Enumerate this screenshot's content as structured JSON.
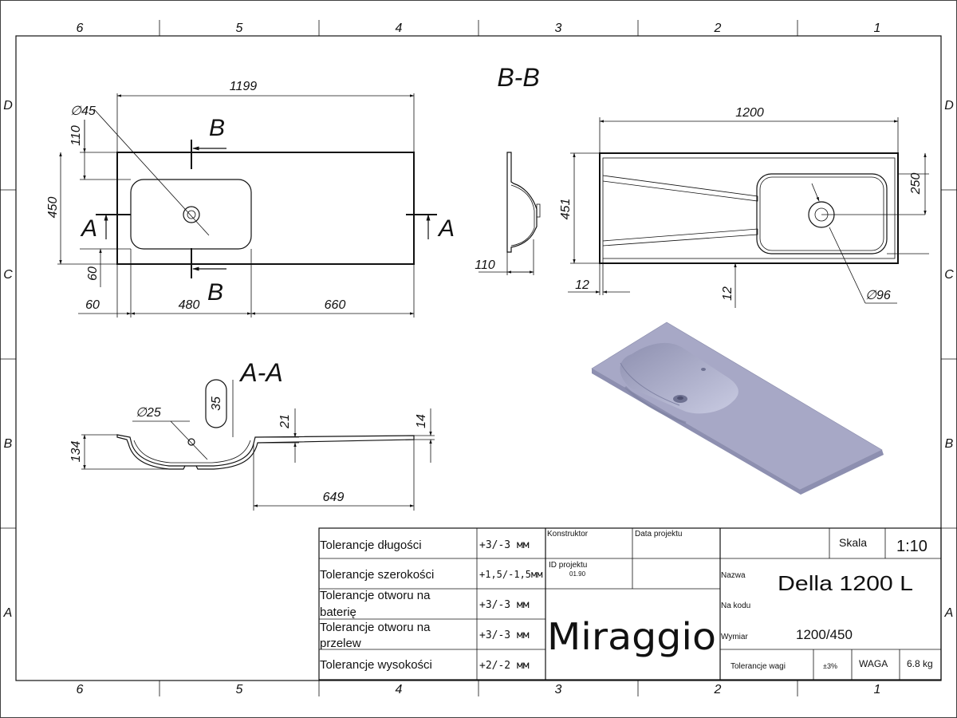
{
  "frame": {
    "col_labels": [
      "6",
      "5",
      "4",
      "3",
      "2",
      "1"
    ],
    "row_labels": [
      "D",
      "C",
      "B",
      "A"
    ]
  },
  "views": {
    "section_bb": {
      "title": "B-B",
      "dims": {
        "width": "1200",
        "height": "451",
        "bowl_depth": "250",
        "rim_left": "12",
        "rim_bottom": "12",
        "drain": "∅96"
      }
    },
    "top_view": {
      "dims": {
        "length": "1199",
        "hole": "∅45",
        "offset_top": "110",
        "width": "450",
        "offset_bottom": "60",
        "left": "60",
        "bowl": "480",
        "right": "660"
      },
      "section_marks": {
        "a_left": "A",
        "a_right": "A",
        "b_top": "B",
        "b_bottom": "B"
      }
    },
    "side_view": {
      "dims": {
        "depth": "110"
      }
    },
    "section_aa": {
      "title": "A-A",
      "dims": {
        "hole": "∅25",
        "height": "134",
        "overflow": "35",
        "mid": "21",
        "edge": "14",
        "deck": "649"
      }
    }
  },
  "title_block": {
    "tolerances": [
      {
        "label": [
          "Tolerancje długości"
        ],
        "value": "+3/-3 мм"
      },
      {
        "label": [
          "Tolerancje szerokości"
        ],
        "value": "+1,5/-1,5мм"
      },
      {
        "label": [
          "Tolerancje otworu na",
          "baterię"
        ],
        "value": "+3/-3 мм"
      },
      {
        "label": [
          "Tolerancje otworu na",
          "przelew"
        ],
        "value": "+3/-3 мм"
      },
      {
        "label": [
          "Tolerancje wysokości"
        ],
        "value": "+2/-2 мм"
      }
    ],
    "konstruktor_label": "Konstruktor",
    "data_projektu_label": "Data projektu",
    "id_projektu_label": "ID projektu",
    "id_projektu_value": "01.90",
    "brand": "Miraggio",
    "skala_label": "Skala",
    "skala_value": "1:10",
    "nazwa_label": "Nazwa",
    "nazwa_value": "Della 1200 L",
    "na_kodu_label": "Na kodu",
    "wymiar_label": "Wymiar",
    "wymiar_value": "1200/450",
    "tolerancje_wagi_label": "Tolerancje wagi",
    "tolerancje_wagi_value": "±3%",
    "waga_label": "WAGA",
    "waga_value": "6.8 kg"
  },
  "colors": {
    "render_top": "#a7a8c6",
    "render_side": "#8d8fb0",
    "render_bowl": "#b9bbd6"
  }
}
